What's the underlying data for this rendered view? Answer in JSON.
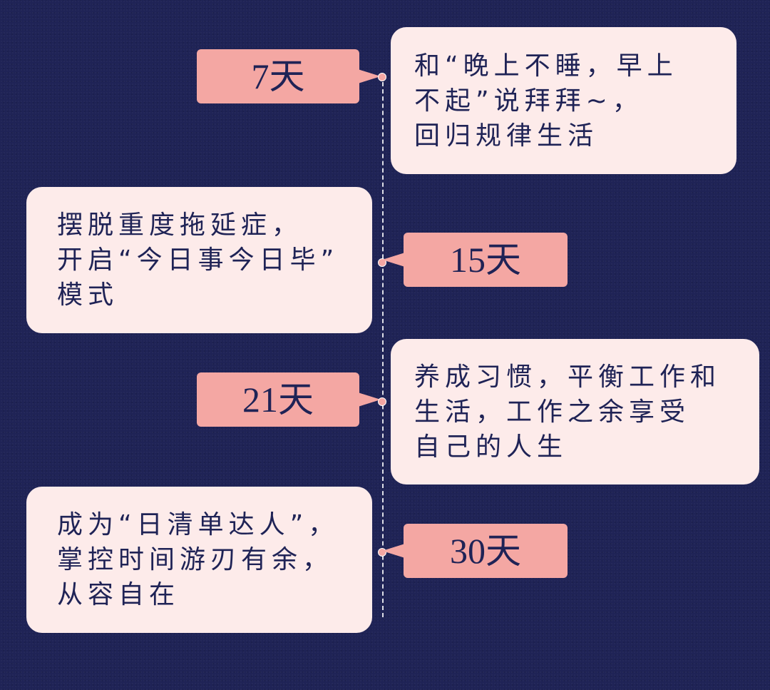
{
  "timeline": [
    {
      "day": "7天",
      "text": "和“晚上不睡，早上\n不起”说拜拜~，\n回归规律生活"
    },
    {
      "day": "15天",
      "text": "摆脱重度拖延症，\n开启“今日事今日毕”\n模式"
    },
    {
      "day": "21天",
      "text": "养成习惯，平衡工作和\n生活，工作之余享受\n自己的人生"
    },
    {
      "day": "30天",
      "text": "成为“日清单达人”，\n掌控时间游刃有余，\n从容自在"
    }
  ],
  "colors": {
    "background": "#1f2356",
    "label": "#f4a7a3",
    "card": "#fdebea",
    "text": "#1f2356"
  }
}
